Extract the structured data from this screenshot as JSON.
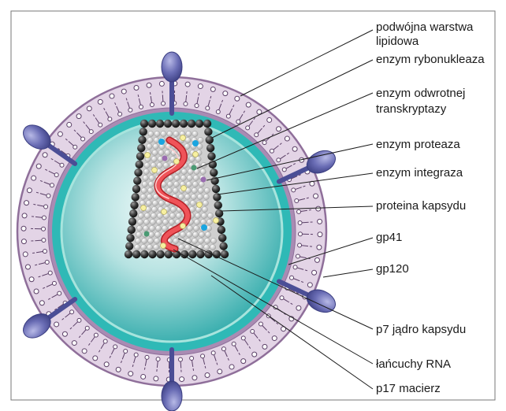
{
  "labels": {
    "lipid_bilayer_line1": "podwójna warstwa",
    "lipid_bilayer_line2": "lipidowa",
    "ribonuclease": "enzym rybonukleaza",
    "reverse_transcriptase_line1": "enzym odwrotnej",
    "reverse_transcriptase_line2": "transkryptazy",
    "protease": "enzym proteaza",
    "integrase": "enzym integraza",
    "capsid_protein": "proteina kapsydu",
    "gp41": "gp41",
    "gp120": "gp120",
    "p7": "p7 jądro kapsydu",
    "rna": "łańcuchy RNA",
    "p17": "p17 macierz"
  },
  "colors": {
    "membrane_fill": "#e3d4e6",
    "membrane_edge": "#8f6f9a",
    "matrix_fill": "#2fb9b6",
    "matrix_ring": "#a7e4dd",
    "glycoprotein": "#5c5fa8",
    "capsid_bead": "#3b3b3b",
    "rna": "#e0393f"
  }
}
